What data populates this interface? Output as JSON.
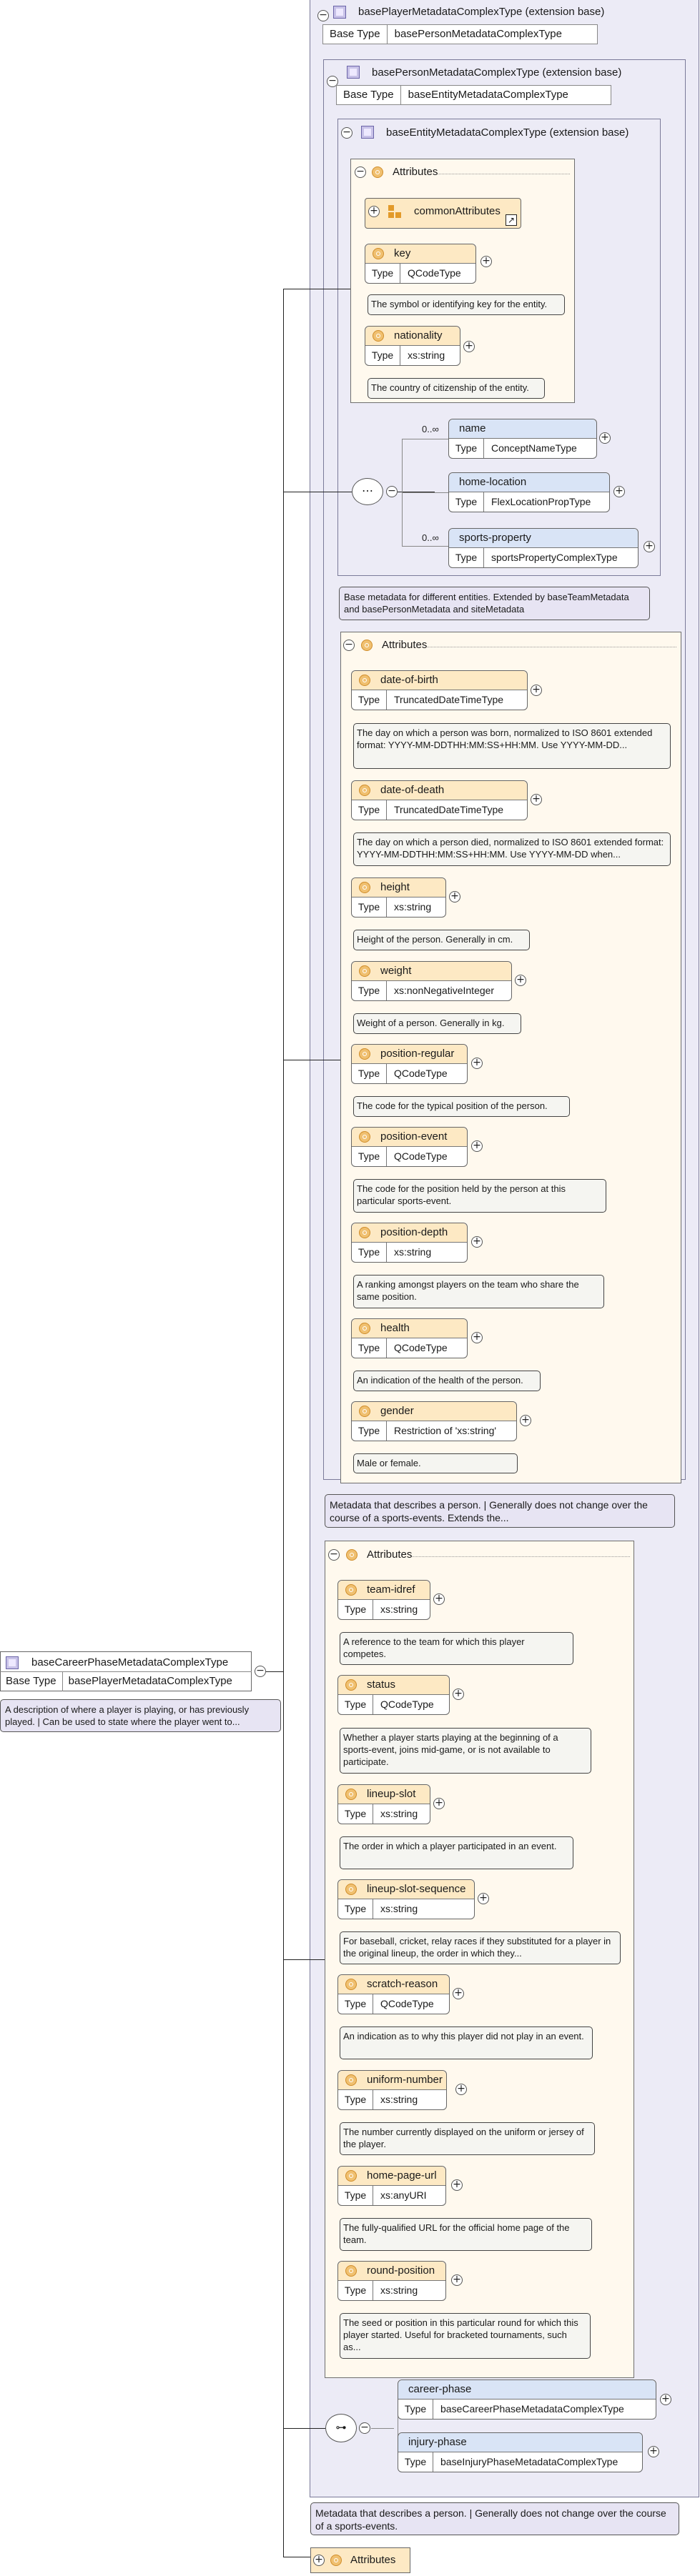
{
  "base_player": {
    "title": "basePlayerMetadataComplexType (extension base)",
    "base_type_label": "Base Type",
    "base_type": "basePersonMetadataComplexType"
  },
  "base_person": {
    "title": "basePersonMetadataComplexType (extension base)",
    "base_type_label": "Base Type",
    "base_type": "baseEntityMetadataComplexType"
  },
  "base_entity": {
    "title": "baseEntityMetadataComplexType (extension base)"
  },
  "entity_attrs": {
    "title": "Attributes",
    "group": "commonAttributes",
    "items": [
      {
        "name": "key",
        "type": "QCodeType",
        "note": "The symbol or identifying key for the entity."
      },
      {
        "name": "nationality",
        "type": "xs:string",
        "note": "The country of citizenship of the entity."
      }
    ]
  },
  "entity_children": [
    {
      "name": "name",
      "type": "ConceptNameType",
      "card": "0..∞"
    },
    {
      "name": "home-location",
      "type": "FlexLocationPropType",
      "card": ""
    },
    {
      "name": "sports-property",
      "type": "sportsPropertyComplexType",
      "card": "0..∞"
    }
  ],
  "entity_note": "Base metadata for different entities. Extended by baseTeamMetadata and basePersonMetadata and siteMetadata",
  "person_attrs": {
    "title": "Attributes",
    "items": [
      {
        "name": "date-of-birth",
        "type": "TruncatedDateTimeType",
        "note": "The day on which a person was born, normalized to ISO 8601 extended format: YYYY-MM-DDTHH:MM:SS+HH:MM. Use YYYY-MM-DD..."
      },
      {
        "name": "date-of-death",
        "type": "TruncatedDateTimeType",
        "note": "The day on which a person died, normalized to ISO 8601 extended format: YYYY-MM-DDTHH:MM:SS+HH:MM. Use YYYY-MM-DD when..."
      },
      {
        "name": "height",
        "type": "xs:string",
        "note": "Height of the person. Generally in cm."
      },
      {
        "name": "weight",
        "type": "xs:nonNegativeInteger",
        "note": "Weight of a person. Generally in kg."
      },
      {
        "name": "position-regular",
        "type": "QCodeType",
        "note": "The code for the typical position of the person."
      },
      {
        "name": "position-event",
        "type": "QCodeType",
        "note": "The code for the position held by the person at this particular sports-event."
      },
      {
        "name": "position-depth",
        "type": "xs:string",
        "note": "A ranking amongst players on the team who share the same position."
      },
      {
        "name": "health",
        "type": "QCodeType",
        "note": "An indication of the health of the person."
      },
      {
        "name": "gender",
        "type": "Restriction of 'xs:string'",
        "note": "Male or female."
      }
    ]
  },
  "person_note": "Metadata that describes a person. | Generally does not change over the course of a sports-events. Extends the...",
  "player_attrs": {
    "title": "Attributes",
    "items": [
      {
        "name": "team-idref",
        "type": "xs:string",
        "note": "A reference to the team for which this player competes."
      },
      {
        "name": "status",
        "type": "QCodeType",
        "note": "Whether a player starts playing at the beginning of a sports-event, joins mid-game, or is not available to participate."
      },
      {
        "name": "lineup-slot",
        "type": "xs:string",
        "note": "The order in which a player participated in an event."
      },
      {
        "name": "lineup-slot-sequence",
        "type": "xs:string",
        "note": "For baseball, cricket, relay races if they substituted for a player in the original lineup, the order in which they..."
      },
      {
        "name": "scratch-reason",
        "type": "QCodeType",
        "note": "An indication as to why this player did not play in an event."
      },
      {
        "name": "uniform-number",
        "type": "xs:string",
        "note": "The number currently displayed on the uniform or jersey of the player."
      },
      {
        "name": "home-page-url",
        "type": "xs:anyURI",
        "note": "The fully-qualified URL for the official home page of the team."
      },
      {
        "name": "round-position",
        "type": "xs:string",
        "note": "The seed or position in this particular round for which this player started. Useful for bracketed tournaments, such as..."
      }
    ]
  },
  "player_children": [
    {
      "name": "career-phase",
      "type": "baseCareerPhaseMetadataComplexType"
    },
    {
      "name": "injury-phase",
      "type": "baseInjuryPhaseMetadataComplexType"
    }
  ],
  "player_note": "Metadata that describes a person. | Generally does not change over the course of a sports-events.",
  "root": {
    "title": "baseCareerPhaseMetadataComplexType",
    "base_type_label": "Base Type",
    "base_type": "basePlayerMetadataComplexType",
    "note": "A description of where a player is playing, or has previously played. | Can be used to state where the player went to..."
  },
  "bottom_attrs": {
    "title": "Attributes"
  },
  "labels": {
    "type": "Type"
  },
  "colors": {
    "attr_header": "#fde9c4",
    "child_header": "#d9e4f6",
    "ext_bg": "#ecebf6",
    "attrs_bg": "#fff9ee"
  }
}
